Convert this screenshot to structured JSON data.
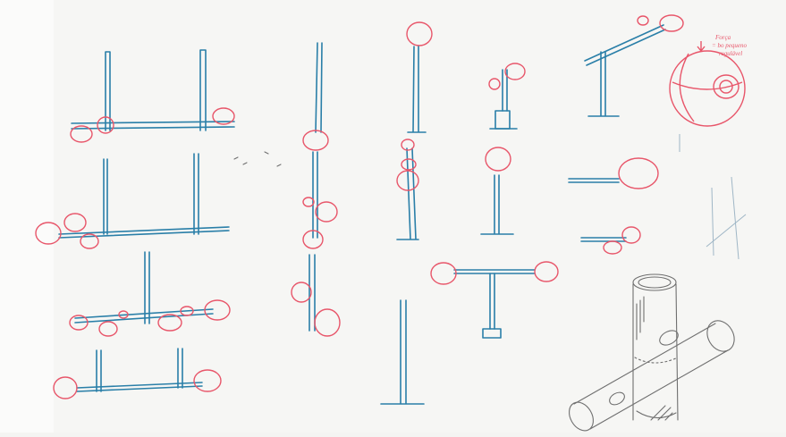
{
  "sheet": {
    "background": "#f4f4f2",
    "ink_colors": {
      "post": "#2a7fa8",
      "ball": "#e8566a",
      "pencil": "#6f6f6f"
    }
  },
  "annotation": {
    "line1": "Força",
    "line2": "= bo pequeno",
    "line3": "regulável"
  }
}
